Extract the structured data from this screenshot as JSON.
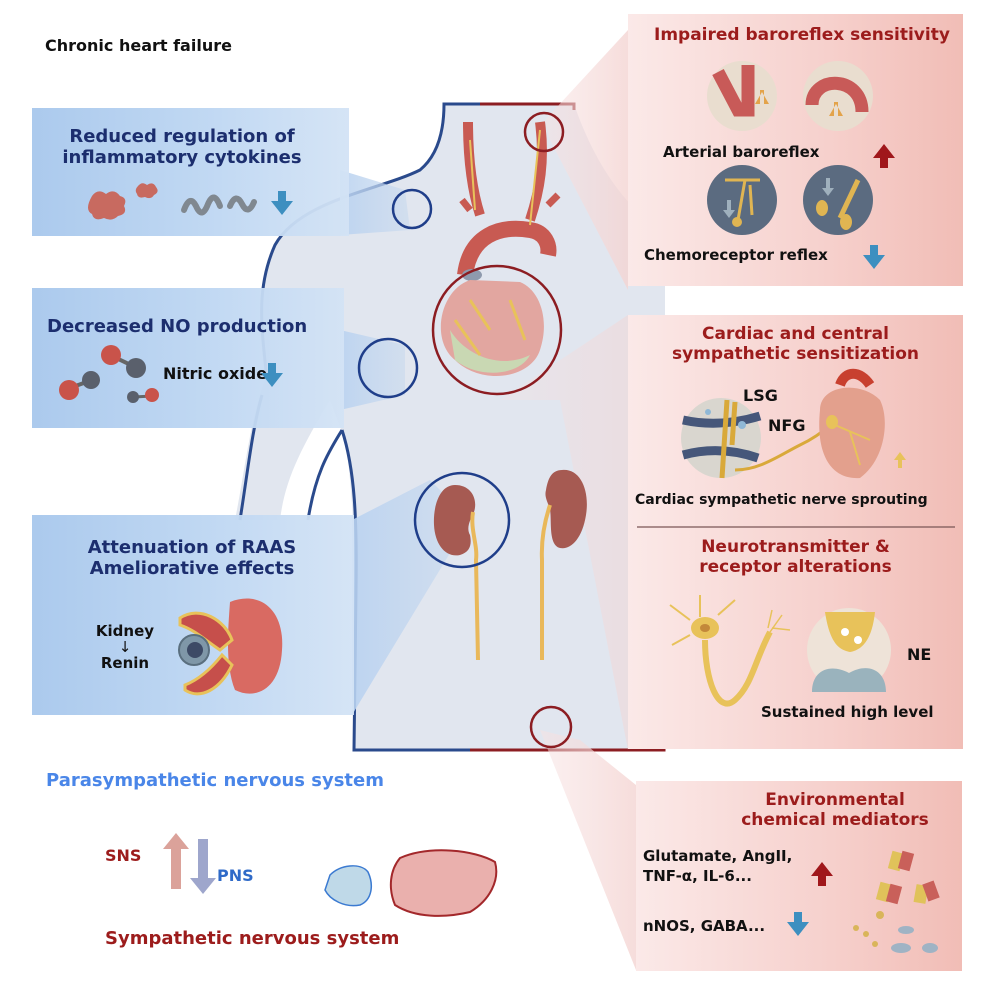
{
  "title": "Chronic heart failure",
  "left_panels": [
    {
      "title_lines": [
        "Reduced regulation of",
        "inflammatory cytokines"
      ],
      "indicator": "down-arrow",
      "icons": [
        "cytokine-cluster-icon",
        "protein-coil-icon"
      ]
    },
    {
      "title": "Decreased NO production",
      "label": "Nitric oxide",
      "indicator": "down-arrow",
      "icons": [
        "nitric-oxide-molecule-icon"
      ]
    },
    {
      "title_lines": [
        "Attenuation of RAAS",
        "Ameliorative effects"
      ],
      "flow": [
        "Kidney",
        "↓",
        "Renin"
      ],
      "icons": [
        "juxtaglomerular-apparatus-icon"
      ]
    }
  ],
  "right_panels": [
    {
      "title": "Impaired baroreflex sensitivity",
      "rows": [
        {
          "label": "Arterial baroreflex",
          "indicator": "up-arrow"
        },
        {
          "label": "Chemoreceptor reflex",
          "indicator": "down-arrow"
        }
      ]
    },
    {
      "title_lines": [
        "Cardiac and central",
        "sympathetic sensitization"
      ],
      "labels": [
        "LSG",
        "NFG"
      ],
      "caption": "Cardiac sympathetic nerve sprouting"
    },
    {
      "title_lines": [
        "Neurotransmitter &",
        "receptor alterations"
      ],
      "label": "NE",
      "caption": "Sustained high level"
    },
    {
      "title_lines": [
        "Environmental",
        "chemical mediators"
      ],
      "rows": [
        {
          "lines": [
            "Glutamate, AngII,",
            "TNF-α, IL-6..."
          ],
          "indicator": "up-arrow"
        },
        {
          "lines": [
            "nNOS, GABA..."
          ],
          "indicator": "down-arrow"
        }
      ]
    }
  ],
  "bottom": {
    "top_label": "Parasympathetic nervous system",
    "sns": "SNS",
    "pns": "PNS",
    "bottom_label": "Sympathetic nervous system"
  },
  "colors": {
    "navy_text": "#1c2e6e",
    "red_text": "#9c1c1c",
    "parasympathetic_blue": "#4a86e8",
    "arrow_down_blue": "#3d8fc0",
    "arrow_up_red": "#a0171b",
    "body_outline_blue": "#2a4a8c",
    "body_outline_red": "#8c1d22",
    "body_fill": "#e1e6ef"
  }
}
